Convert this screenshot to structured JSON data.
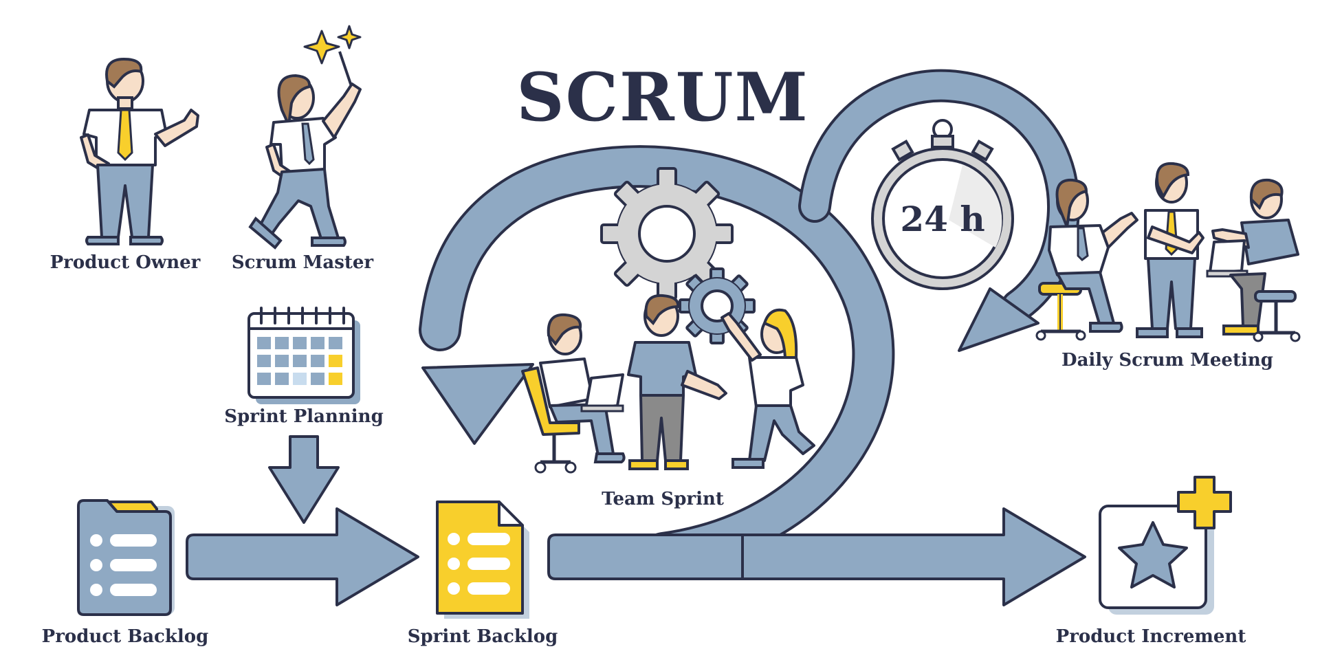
{
  "title": "SCRUM",
  "timer": {
    "label": "24 h"
  },
  "roles": [
    {
      "label": "Product Owner"
    },
    {
      "label": "Scrum Master"
    }
  ],
  "events": {
    "sprint_planning": "Sprint Planning",
    "team_sprint": "Team Sprint",
    "daily_scrum": "Daily Scrum Meeting"
  },
  "artifacts": {
    "product_backlog": "Product Backlog",
    "sprint_backlog": "Sprint Backlog",
    "product_increment": "Product Increment"
  },
  "colors": {
    "ink": "#2b3049",
    "blue": "#8fa9c3",
    "yellow": "#f8cf2c",
    "skin": "#f7dfc9",
    "hair": "#a27a55",
    "gray": "#d4d4d4"
  },
  "icons": [
    "calendar-icon",
    "gear-icon",
    "stopwatch-icon",
    "document-icon",
    "folder-icon",
    "star-icon",
    "plus-icon",
    "arrow-icon",
    "chair-icon",
    "laptop-icon",
    "magic-wand-icon",
    "sparkle-icon"
  ]
}
